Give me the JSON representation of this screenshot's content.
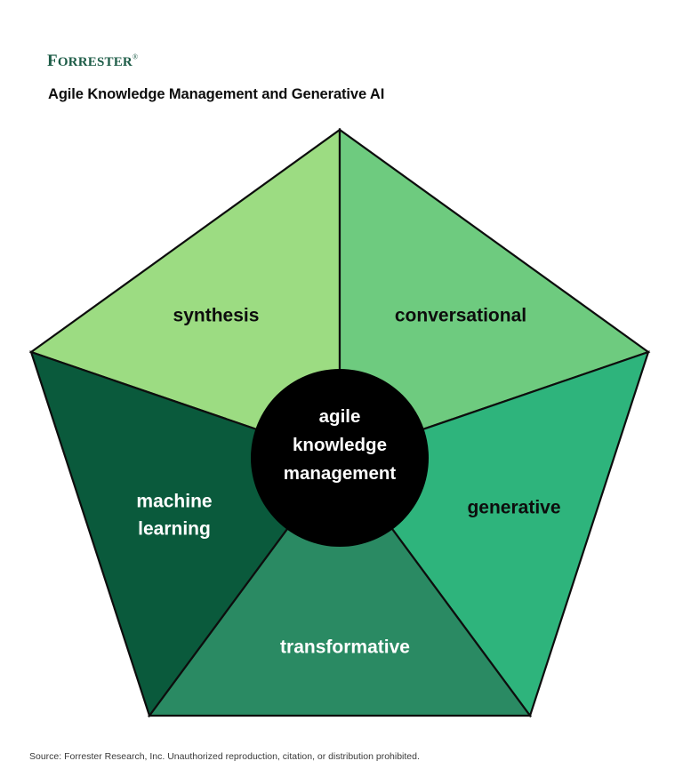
{
  "brand": {
    "name": "FORRESTER",
    "name_first_letter": "F",
    "name_rest": "ORRESTER",
    "trademark": "®",
    "color": "#1d5c47"
  },
  "header": {
    "title": "Agile Knowledge Management and Generative AI"
  },
  "footer": {
    "source_note": "Source: Forrester Research, Inc. Unauthorized reproduction, citation, or distribution prohibited."
  },
  "diagram": {
    "type": "pentagon-segments",
    "center": {
      "line1": "agile",
      "line2": "knowledge",
      "line3": "management",
      "fill": "#000000",
      "text_color": "#ffffff"
    },
    "segments": [
      {
        "id": "synthesis",
        "label": "synthesis",
        "fill": "#9cdc82",
        "text_color": "#0d0d0d",
        "position": "upper-left"
      },
      {
        "id": "conversational",
        "label": "conversational",
        "fill": "#6ecb7f",
        "text_color": "#0d0d0d",
        "position": "upper-right"
      },
      {
        "id": "generative",
        "label": "generative",
        "fill": "#2eb47c",
        "text_color": "#0d0d0d",
        "position": "right"
      },
      {
        "id": "transformative",
        "label": "transformative",
        "fill": "#2a8a63",
        "text_color": "#ffffff",
        "position": "bottom"
      },
      {
        "id": "machine-learning",
        "label": "machine learning",
        "label_line1": "machine",
        "label_line2": "learning",
        "fill": "#0a5a3c",
        "text_color": "#ffffff",
        "position": "left"
      }
    ],
    "outline_color": "#0d0d0d"
  },
  "chart_data": {
    "type": "pie",
    "title": "Agile Knowledge Management and Generative AI",
    "categories": [
      "synthesis",
      "conversational",
      "generative",
      "transformative",
      "machine learning"
    ],
    "values": [
      20,
      20,
      20,
      20,
      20
    ],
    "center_label": "agile knowledge management",
    "colors": [
      "#9cdc82",
      "#6ecb7f",
      "#2eb47c",
      "#2a8a63",
      "#0a5a3c"
    ],
    "legend": "none",
    "grid": false,
    "note": "Five equal pentagon segments radiating from a central black disc"
  }
}
